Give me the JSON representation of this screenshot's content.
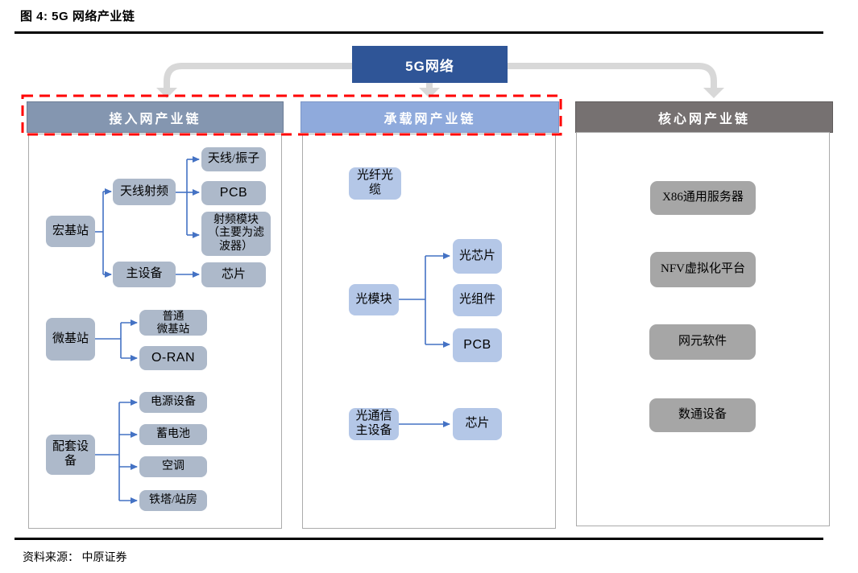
{
  "figure": {
    "title": "图 4: 5G 网络产业链",
    "source": "资料来源： 中原证券"
  },
  "root": {
    "label": "5G网络"
  },
  "columns": {
    "access": {
      "header": "接入网产业链",
      "nodes": {
        "macro_station": "宏基站",
        "antenna_rf": "天线射频",
        "main_equipment": "主设备",
        "antenna_oscillator": "天线/振子",
        "pcb": "PCB",
        "rf_module": "射频模块\n（主要为滤\n波器）",
        "chip": "芯片",
        "micro_station": "微基站",
        "ordinary_micro_station": "普通\n微基站",
        "o_ran": "O-RAN",
        "supporting_equipment": "配套设\n备",
        "power_equipment": "电源设备",
        "battery": "蓄电池",
        "air_conditioner": "空调",
        "tower_station": "铁塔/站房"
      }
    },
    "bearer": {
      "header": "承载网产业链",
      "nodes": {
        "optical_fiber_cable": "光纤光\n缆",
        "optical_module": "光模块",
        "optical_chip": "光芯片",
        "optical_component": "光组件",
        "pcb": "PCB",
        "optical_comm_main_equipment": "光通信\n主设备",
        "chip": "芯片"
      }
    },
    "core": {
      "header": "核心网产业链",
      "nodes": {
        "x86_server": "X86通用服务器",
        "nfv_platform": "NFV虚拟化平台",
        "network_element_software": "网元软件",
        "datacom_equipment": "数通设备"
      }
    }
  },
  "colors": {
    "root_box": "#2F5597",
    "access_header": "#8496B0",
    "bearer_header": "#8FAADC",
    "core_header": "#767171",
    "access_node": "#ADB9CA",
    "bearer_node": "#B4C7E7",
    "core_node": "#A6A6A6",
    "connector_line": "#4472C4",
    "flow_arrow": "#D8D8D8",
    "highlight_border": "#FF0000"
  }
}
